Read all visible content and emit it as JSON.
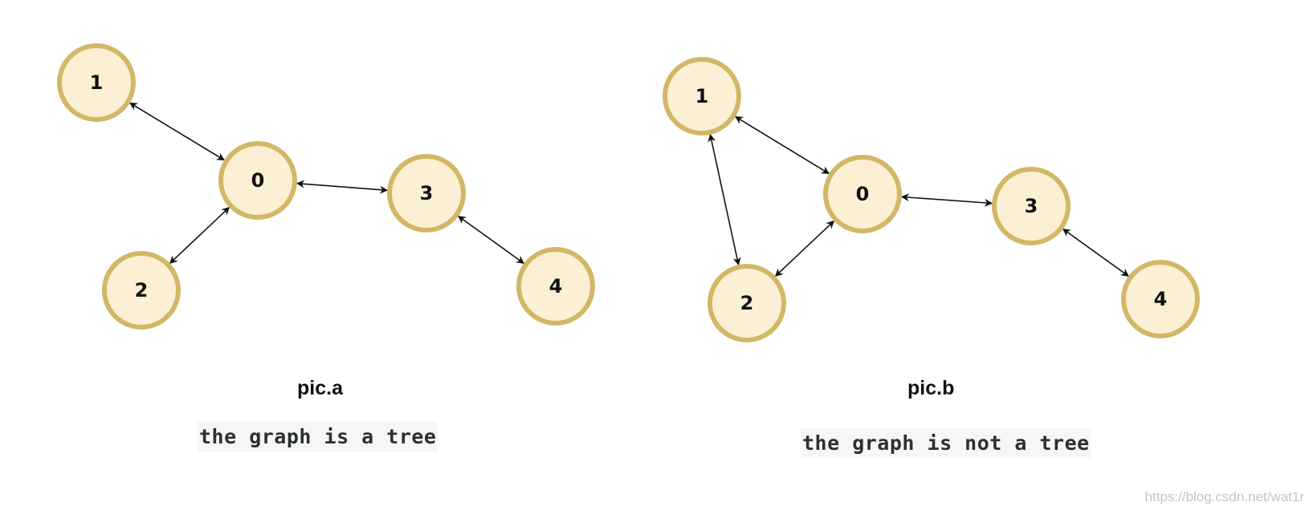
{
  "colors": {
    "node_fill": "#fbf0d3",
    "node_stroke": "#d2b767",
    "edge": "#111111",
    "caption_bg": "#f5f6f6",
    "caption_text": "#2d3033",
    "watermark": "#c4c4c4"
  },
  "graphs": [
    {
      "title": "pic.a",
      "caption": "the graph is a tree",
      "nodes": [
        "0",
        "1",
        "2",
        "3",
        "4"
      ],
      "edges": [
        [
          "1",
          "0"
        ],
        [
          "0",
          "3"
        ],
        [
          "0",
          "2"
        ],
        [
          "3",
          "4"
        ]
      ],
      "edge_style": "bidirectional-arrow"
    },
    {
      "title": "pic.b",
      "caption": "the graph is not a tree",
      "nodes": [
        "0",
        "1",
        "2",
        "3",
        "4"
      ],
      "edges": [
        [
          "1",
          "0"
        ],
        [
          "1",
          "2"
        ],
        [
          "0",
          "3"
        ],
        [
          "0",
          "2"
        ],
        [
          "3",
          "4"
        ]
      ],
      "edge_style": "bidirectional-arrow"
    }
  ],
  "watermark": "https://blog.csdn.net/wat1r"
}
